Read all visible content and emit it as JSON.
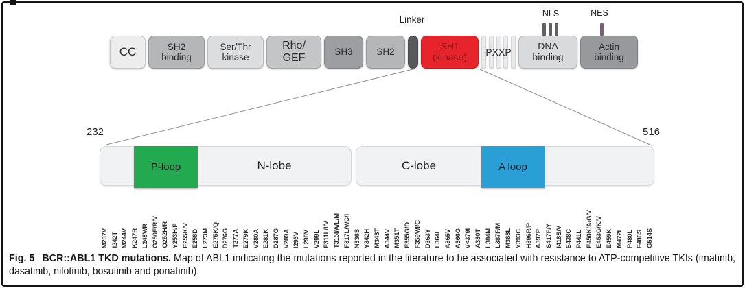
{
  "figure": {
    "annotations": {
      "linker": "Linker",
      "nls": "NLS",
      "nes": "NES"
    },
    "domains": [
      {
        "id": "cc",
        "label": "CC",
        "bg": "#ededee",
        "fs": 17
      },
      {
        "id": "sh2-binding",
        "label": "SH2\nbinding",
        "bg": "#b5b6b8",
        "fs": 13.5
      },
      {
        "id": "ser-thr-kinase",
        "label": "Ser/Thr\nkinase",
        "bg": "#dcddde",
        "fs": 13.5
      },
      {
        "id": "rho-gef",
        "label": "Rho/\nGEF",
        "bg": "#c3c5c7",
        "fs": 16
      },
      {
        "id": "sh3",
        "label": "SH3",
        "bg": "#9c9ea1",
        "fs": 13.5
      },
      {
        "id": "sh2",
        "label": "SH2",
        "bg": "#b4b6b8",
        "fs": 13.5
      },
      {
        "id": "linker-segment",
        "label": "",
        "bg": "#58595b"
      },
      {
        "id": "sh1-kinase",
        "label": "SH1\n(kinase)",
        "bg": "#e7242b",
        "color": "#8f1217",
        "fs": 14
      },
      {
        "id": "pxxp",
        "label": "PXXP",
        "bg": "stripes",
        "fs": 14
      },
      {
        "id": "dna-binding",
        "label": "DNA\nbinding",
        "bg": "#d9dadb",
        "fs": 14
      },
      {
        "id": "actin-binding",
        "label": "Actin\nbinding",
        "bg": "#97999c",
        "fs": 13.5
      }
    ],
    "kinase_bar": {
      "start": "232",
      "end": "516",
      "p_loop": "P-loop",
      "n_lobe": "N-lobe",
      "c_lobe": "C-lobe",
      "a_loop": "A loop",
      "p_loop_color": "#23a94f",
      "a_loop_color": "#2a9fd6",
      "sh1_color": "#e7242b"
    },
    "mutations": [
      "M237V",
      "I242T",
      "M244V",
      "K247R",
      "L248V/R",
      "G250E/R/V",
      "Q252H/R",
      "Y253H/F",
      "E255K/V",
      "E258D",
      "L273M",
      "E275K/Q",
      "D276G",
      "T277A",
      "E279K",
      "V280A",
      "E281K",
      "D287G",
      "V289A",
      "I293V",
      "L298V",
      "V299L",
      "F311L/I/V",
      "T315I/A/L/M",
      "F317L/V/C/I",
      "N336S",
      "Y342H",
      "M343T",
      "A344V",
      "M351T",
      "E355G/D",
      "F359V/I/C",
      "D363Y",
      "L364I",
      "A365V",
      "A366G",
      "V<379I",
      "A380T",
      "L384M",
      "L387F/M",
      "M388L",
      "Y393C",
      "H396R/P",
      "A397P",
      "S417F/Y",
      "I418S/V",
      "S438C",
      "P441L",
      "E450K/A/G/V",
      "E453G/K/V",
      "E459K",
      "M472I",
      "P480L",
      "F486S",
      "G514S"
    ],
    "caption": {
      "fig_label": "Fig. 5",
      "title": "BCR::ABL1 TKD mutations.",
      "body": "Map of ABL1 indicating the mutations reported in the literature to be associated with resistance to ATP-competitive TKIs (imatinib, dasatinib, nilotinib, bosutinib and ponatinib)."
    }
  }
}
